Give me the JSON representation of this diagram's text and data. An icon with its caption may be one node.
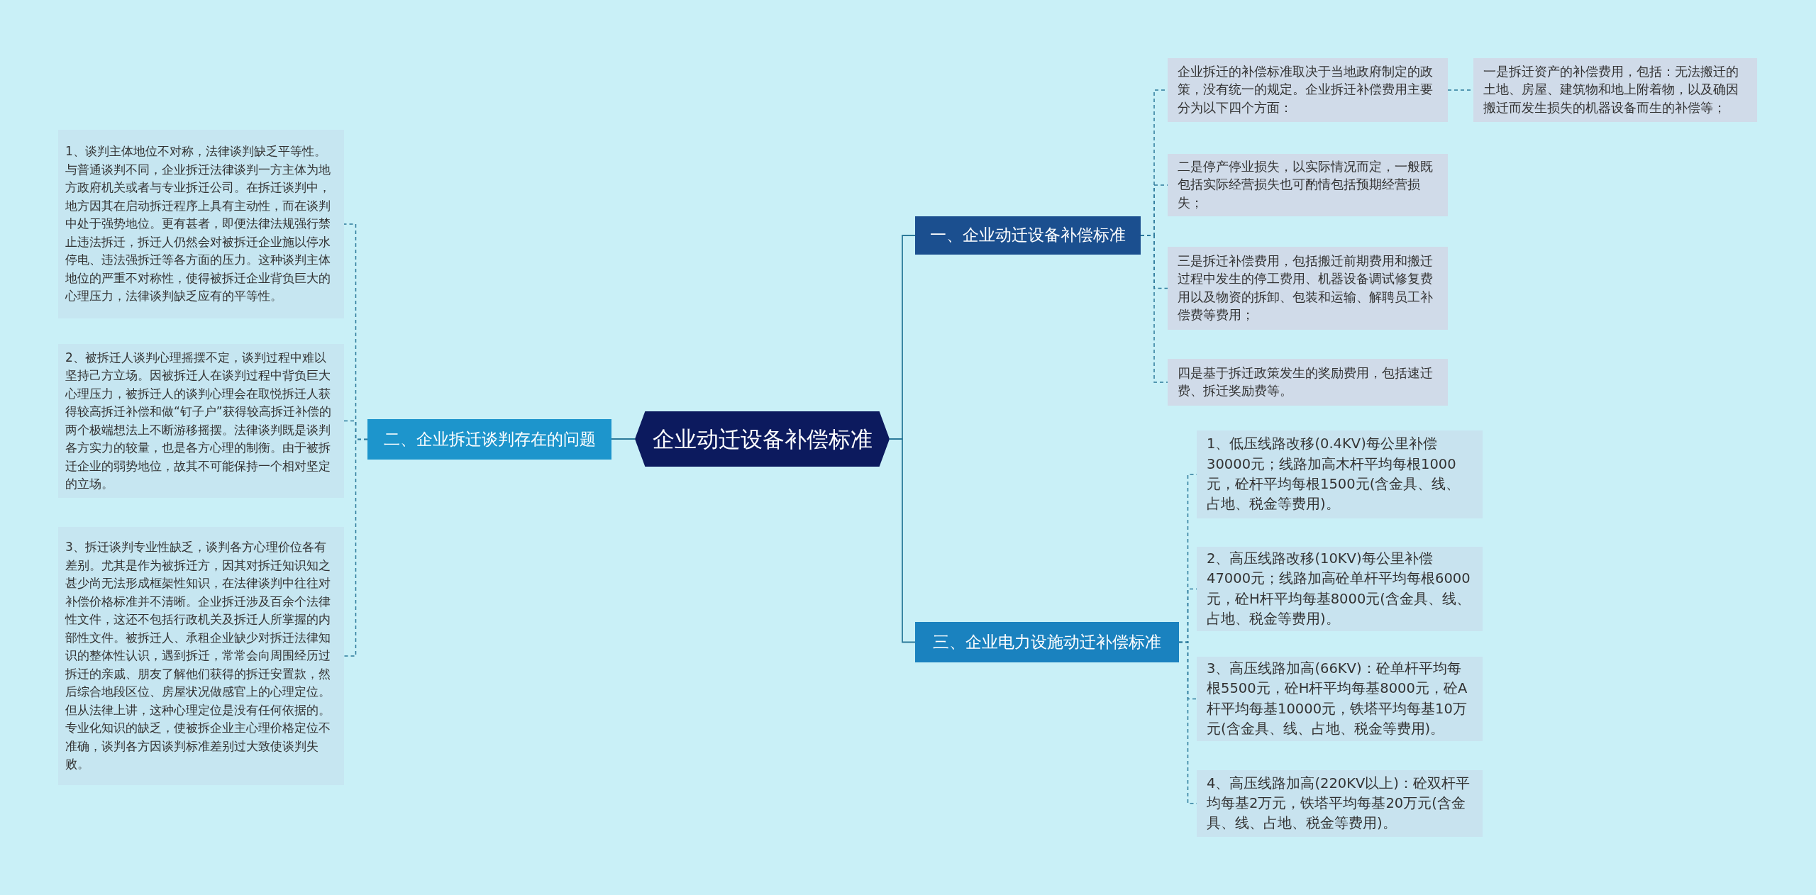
{
  "diagram": {
    "nodes": [
      {
        "text": [
          "企业动迁设备补偿标准"
        ]
      },
      {
        "text": [
          "一、企业动迁设备补偿标准"
        ]
      },
      {
        "text": [
          "企业拆迁的补偿标准取决于当地政府制定的政策，没有统一的规定。企业拆迁补偿费用主要分为以下四个方面："
        ]
      },
      {
        "text": [
          "一是拆迁资产的补偿费用，包括：无法搬迁的土地、房屋、建筑物和地上附着物，以及确因搬迁而发生损失的机器设备而生的补偿等；"
        ]
      },
      {
        "text": [
          "二是停产停业损失，以实际情况而定，一般既包括实际经营损失也可酌情包括预期经营损失；"
        ]
      },
      {
        "text": [
          "三是拆迁补偿费用，包括搬迁前期费用和搬迁过程中发生的停工费用、机器设备调试修复费用以及物资的拆卸、包装和运输、解聘员工补偿费等费用；"
        ]
      },
      {
        "text": [
          "四是基于拆迁政策发生的奖励费用，包括速迁费、拆迁奖励费等。"
        ]
      },
      {
        "text": [
          "二、企业拆迁谈判存在的问题"
        ]
      },
      {
        "text": [
          "1、谈判主体地位不对称，法律谈判缺乏平等性。与普通谈判不同，企业拆迁法律谈判一方主体为地方政府机关或者与专业拆迁公司。在拆迁谈判中，地方因其在启动拆迁程序上具有主动性，而在谈判中处于强势地位。更有甚者，即便法律法规强行禁止违法拆迁，拆迁人仍然会对被拆迁企业施以停水停电、违法强拆迁等各方面的压力。这种谈判主体地位的严重不对称性，使得被拆迁企业背负巨大的心理压力，法律谈判缺乏应有的平等性。"
        ]
      },
      {
        "text": [
          "2、被拆迁人谈判心理摇摆不定，谈判过程中难以坚持己方立场。因被拆迁人在谈判过程中背负巨大心理压力，被拆迁人的谈判心理会在取悦拆迁人获得较高拆迁补偿和做“钉子户”获得较高拆迁补偿的两个极端想法上不断游移摇摆。法律谈判既是谈判各方实力的较量，也是各方心理的制衡。由于被拆迁企业的弱势地位，故其不可能保持一个相对坚定的立场。"
        ]
      },
      {
        "text": [
          "3、拆迁谈判专业性缺乏，谈判各方心理价位各有差别。尤其是作为被拆迁方，因其对拆迁知识知之甚少尚无法形成框架性知识，在法律谈判中往往对补偿价格标准并不清晰。企业拆迁涉及百余个法律性文件，这还不包括行政机关及拆迁人所掌握的内部性文件。被拆迁人、承租企业缺少对拆迁法律知识的整体性认识，遇到拆迁，常常会向周围经历过拆迁的亲戚、朋友了解他们获得的拆迁安置款，然后综合地段区位、房屋状况做感官上的心理定位。但从法律上讲，这种心理定位是没有任何依据的。专业化知识的缺乏，使被拆企业主心理价格定位不准确，谈判各方因谈判标准差别过大致使谈判失败。"
        ]
      },
      {
        "text": [
          "三、企业电力设施动迁补偿标准"
        ]
      },
      {
        "text": [
          "1、低压线路改移(0.4KV)每公里补偿30000元；线路加高木杆平均每根1000元，砼杆平均每根1500元(含金具、线、占地、税金等费用)。"
        ]
      },
      {
        "text": [
          "2、高压线路改移(10KV)每公里补偿47000元；线路加高砼单杆平均每根6000元，砼H杆平均每基8000元(含金具、线、占地、税金等费用)。"
        ]
      },
      {
        "text": [
          "3、高压线路加高(66KV)：砼单杆平均每根5500元，砼H杆平均每基8000元，砼A杆平均每基10000元，铁塔平均每基10万元(含金具、线、占地、税金等费用)。"
        ]
      },
      {
        "text": [
          "4、高压线路加高(220KV以上)：砼双杆平均每基2万元，铁塔平均每基20万元(含金具、线、占地、税金等费用)。"
        ]
      }
    ],
    "edges": [
      {
        "from": 0,
        "to": 1,
        "arrow": "none"
      },
      {
        "from": 1,
        "to": 2,
        "arrow": "none",
        "style": "dashed"
      },
      {
        "from": 2,
        "to": 3,
        "arrow": "none",
        "style": "dashed"
      },
      {
        "from": 1,
        "to": 4,
        "arrow": "none",
        "style": "dashed"
      },
      {
        "from": 1,
        "to": 5,
        "arrow": "none",
        "style": "dashed"
      },
      {
        "from": 1,
        "to": 6,
        "arrow": "none",
        "style": "dashed"
      },
      {
        "from": 0,
        "to": 7,
        "arrow": "none"
      },
      {
        "from": 7,
        "to": 8,
        "arrow": "none",
        "style": "dashed"
      },
      {
        "from": 7,
        "to": 9,
        "arrow": "none",
        "style": "dashed"
      },
      {
        "from": 7,
        "to": 10,
        "arrow": "none",
        "style": "dashed"
      },
      {
        "from": 0,
        "to": 11,
        "arrow": "none"
      },
      {
        "from": 11,
        "to": 12,
        "arrow": "none",
        "style": "dashed"
      },
      {
        "from": 11,
        "to": 13,
        "arrow": "none",
        "style": "dashed"
      },
      {
        "from": 11,
        "to": 14,
        "arrow": "none",
        "style": "dashed"
      },
      {
        "from": 11,
        "to": 15,
        "arrow": "none",
        "style": "dashed"
      }
    ]
  }
}
